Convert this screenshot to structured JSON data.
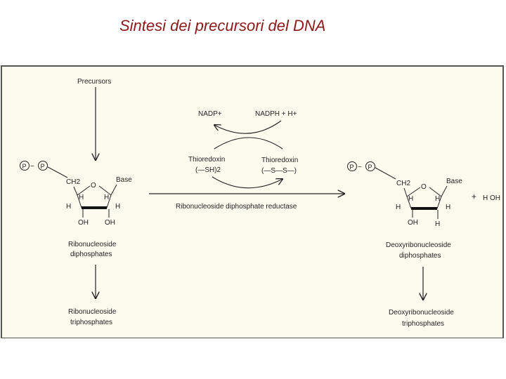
{
  "title": "Sintesi dei precursori del DNA",
  "labels": {
    "precursors": "Precursors",
    "nadp_plus": "NADP+",
    "nadph": "NADPH + H+",
    "thioredoxin_left": "Thioredoxin",
    "thioredoxin_left_sub": "(—SH)2",
    "thioredoxin_right": "Thioredoxin",
    "thioredoxin_right_sub": "(—S—S—)",
    "enzyme": "Ribonucleoside diphosphate reductase",
    "ribo_diphosphate_1": "Ribonucleoside",
    "ribo_diphosphate_2": "diphosphates",
    "ribo_triphosphate_1": "Ribonucleoside",
    "ribo_triphosphate_2": "triphosphates",
    "deoxy_diphosphate_1": "Deoxyribonucleoside",
    "deoxy_diphosphate_2": "diphosphates",
    "deoxy_triphosphate_1": "Deoxyribonucleoside",
    "deoxy_triphosphate_2": "triphosphates",
    "plus_water": "+",
    "water": "H OH"
  },
  "sugar_left": {
    "phosphate": "P",
    "ch2": "CH2",
    "o": "O",
    "base": "Base",
    "h1": "H",
    "h2": "H",
    "h3": "H",
    "h4": "H",
    "oh1": "OH",
    "oh2": "OH"
  },
  "sugar_right": {
    "phosphate": "P",
    "ch2": "CH2",
    "o": "O",
    "base": "Base",
    "h1": "H",
    "h2": "H",
    "h3": "H",
    "h4": "H",
    "oh1": "OH",
    "h5": "H"
  },
  "colors": {
    "title": "#8b1a1a",
    "panel": "#fdfbee",
    "ink": "#222222"
  }
}
